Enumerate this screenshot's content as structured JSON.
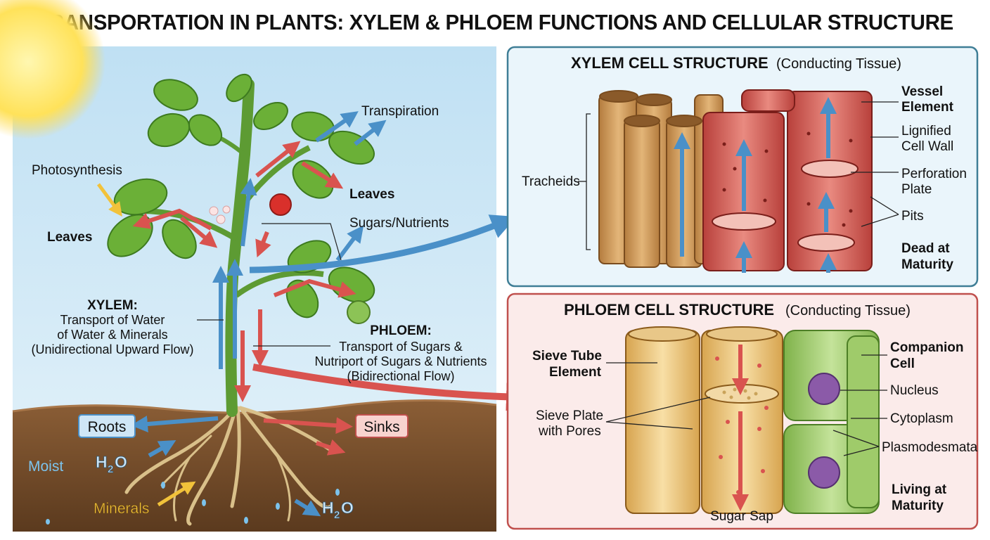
{
  "title": "TRANSPORTATION IN PLANTS: XYLEM & PHLOEM FUNCTIONS AND CELLULAR STRUCTURE",
  "plant": {
    "transpiration": "Transpiration",
    "photosynthesis": "Photosynthesis",
    "leaves_left": "Leaves",
    "leaves_right": "Leaves",
    "sugars_nutrients": "Sugars/Nutrients",
    "xylem_title": "XYLEM:",
    "xylem_line1": "Transport of Water",
    "xylem_line2": "of Water & Minerals",
    "xylem_line3": "(Unidirectional Upward Flow)",
    "phloem_title": "PHLOEM:",
    "phloem_line1": "Transport of Sugars &",
    "phloem_line2": "Nutriport of Sugars & Nutrients",
    "phloem_line3": "(Bidirectional Flow)",
    "roots": "Roots",
    "sinks": "Sinks",
    "moist": "Moist",
    "h2o_left": "H",
    "h2o_right": "H",
    "h2o_sub": "2",
    "h2o_o": "O",
    "minerals": "Minerals"
  },
  "xylem_panel": {
    "title": "XYLEM CELL STRUCTURE",
    "subtitle": "(Conducting Tissue)",
    "tracheids": "Tracheids",
    "vessel_element_1": "Vessel",
    "vessel_element_2": "Element",
    "lignified_1": "Lignified",
    "lignified_2": "Cell Wall",
    "perforation_1": "Perforation",
    "perforation_2": "Plate",
    "pits": "Pits",
    "dead_1": "Dead at",
    "dead_2": "Maturity"
  },
  "phloem_panel": {
    "title": "PHLOEM CELL STRUCTURE",
    "subtitle": "(Conducting Tissue)",
    "sieve_tube_1": "Sieve Tube",
    "sieve_tube_2": "Element",
    "sieve_plate_1": "Sieve Plate",
    "sieve_plate_2": "with Pores",
    "companion_1": "Companion",
    "companion_2": "Cell",
    "nucleus": "Nucleus",
    "cytoplasm": "Cytoplasm",
    "plasmodesmata": "Plasmodesmata",
    "living_1": "Living at",
    "living_2": "Maturity",
    "sugar_sap": "Sugar Sap"
  },
  "colors": {
    "xylem_blue": "#4a90c8",
    "phloem_red": "#d9534f",
    "leaf_green": "#5a9e2f",
    "soil_brown": "#7a5230",
    "sky_blue": "#cde6f4",
    "xylem_panel_border": "#3f7e96",
    "phloem_panel_border": "#c0504d"
  }
}
